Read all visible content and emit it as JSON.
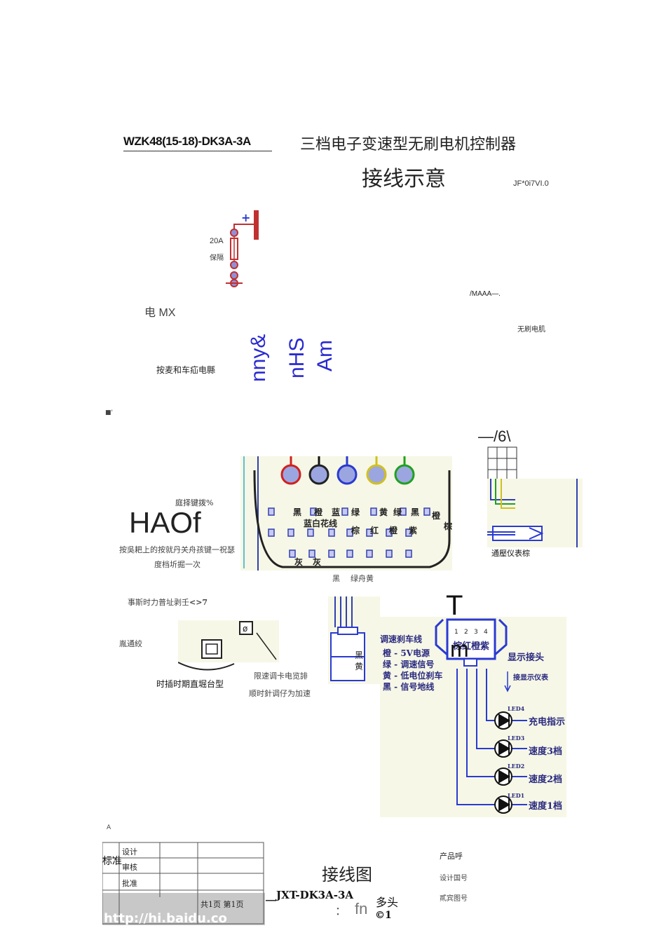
{
  "header": {
    "model": "WZK48(15-18)-DK3A-3A",
    "title": "三档电子变速型无刷电机控制器",
    "subtitle": "接线示意",
    "code": "JF*0i7VI.0"
  },
  "fuse": {
    "plus": "+",
    "current": "20A",
    "label": "保隔"
  },
  "battery_label": "电 MX",
  "motor_signal": "/MAAA—.",
  "motor_label": "无刷电肌",
  "brake_label": "按麦和车疝电縣",
  "vertical_texts": [
    "nny&",
    "nHS",
    "Am"
  ],
  "misc_dot": "■'",
  "six_label": "—/6\\",
  "connector": {
    "top_labels": [
      "黑",
      "橙",
      "蓝",
      "绿",
      "黄",
      "绿",
      "黑",
      "橙"
    ],
    "mid_labels": [
      "蓝白花线",
      "棕",
      "红",
      "橙",
      "紫",
      "棕"
    ],
    "bottom_labels": [
      "灰",
      "灰"
    ]
  },
  "left_notes": {
    "select_key": "庭择键拨%",
    "haof": "HAOf",
    "select_desc_1": "按吳耙上的按就丹关舟孩键一祝瑟",
    "select_desc_2": "度档圻掘一次",
    "assist_prefix": "事斯时力普址剥壬",
    "assist_suffix": "<>7",
    "cruise": "胤通絞",
    "plug_type": "时插时期直堀台型",
    "speed_limit_1": "限速调卡电览誹",
    "speed_limit_2": "顺时針调仔为加速"
  },
  "meter_label": "通壓仪表棕",
  "wire_labels": {
    "black": "黑",
    "green_yellow": "绿舟黄"
  },
  "speed_plug": {
    "black": "黑",
    "yellow": "黄"
  },
  "speed_brake_wire": {
    "title": "调速刹车线",
    "lines": [
      "橙 - 5V电源",
      "绿 - 调速信号",
      "黄 - 低电位刹车",
      "黑 - 信号地线"
    ]
  },
  "display": {
    "t_letter": "T",
    "m_letter": "m",
    "pins": [
      "1",
      "2",
      "3",
      "4"
    ],
    "plug_colors": "棕红橙紫",
    "header_label": "显示接头",
    "meter_label": "接显示仪表",
    "leds": [
      {
        "id": "LED4",
        "label": "充电指示"
      },
      {
        "id": "LED3",
        "label": "速度3档"
      },
      {
        "id": "LED2",
        "label": "速度2档"
      },
      {
        "id": "LED1",
        "label": "速度1档"
      }
    ]
  },
  "title_block": {
    "a_mark": "A",
    "standard": "标准",
    "rows": [
      "设计",
      "审核",
      "批准"
    ],
    "pages": "共1页 第1页",
    "watermark": "http://hi.baidu.co",
    "drawing_title": "接线图",
    "drawing_no": "__JXT-DK3A-3A",
    "multi": "多头",
    "colon": "：",
    "fn": "fn",
    "c1": "©1",
    "product": "产品呼",
    "design_no": "设计国号",
    "draw_no": "貳宾图号"
  },
  "colors": {
    "wire_red": "#d02020",
    "wire_blue": "#2a3ad0",
    "wire_green": "#20a020",
    "wire_yellow": "#d0c020",
    "panel_bg": "#f6f7e6",
    "title_ink": "#2a2ad0"
  }
}
